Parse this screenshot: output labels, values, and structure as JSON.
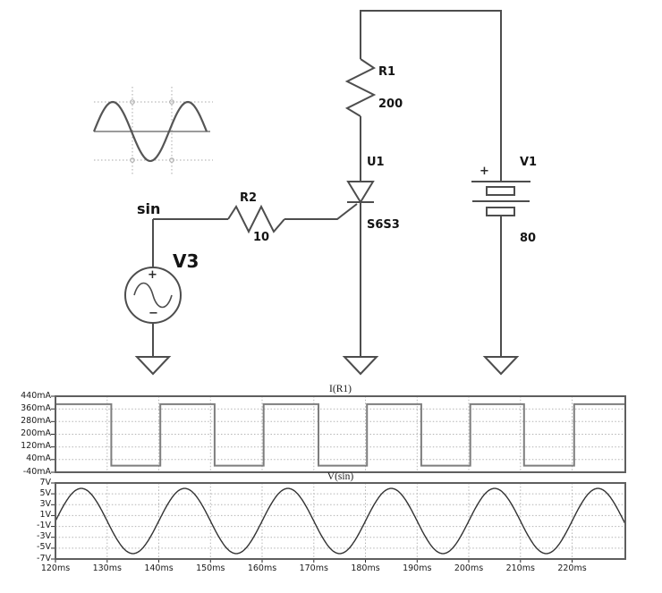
{
  "app": {
    "background": "#ffffff"
  },
  "schematic": {
    "wire_color": "#4d4d4d",
    "labels": {
      "node_sin": "sin",
      "v3": "V3",
      "v3_plus": "+",
      "v3_minus": "−",
      "r2": "R2",
      "r2_value": "10",
      "r1": "R1",
      "r1_value": "200",
      "u1": "U1",
      "u1_model": "S6S3",
      "v1": "V1",
      "v1_value": "80",
      "v1_plus": "+"
    },
    "icons": {
      "sine_thumbnail": "sine-wave-icon",
      "grounds": [
        "ground-icon",
        "ground-icon",
        "ground-icon"
      ]
    }
  },
  "chart_data": [
    {
      "type": "line",
      "title": "I(R1)",
      "xlabel": "",
      "ylabel": "",
      "x_unit": "ms",
      "xlim": [
        120,
        230.3
      ],
      "x_ticks_ms": [
        120,
        130,
        140,
        150,
        160,
        170,
        180,
        190,
        200,
        210,
        220
      ],
      "x_tick_labels": [],
      "ylim": [
        -40,
        440
      ],
      "y_ticks": [
        440,
        360,
        280,
        200,
        120,
        40,
        -40
      ],
      "y_tick_labels": [
        "440mA",
        "360mA",
        "280mA",
        "200mA",
        "120mA",
        "40mA",
        "-40mA"
      ],
      "grid": true,
      "legend": "none",
      "series": [
        {
          "name": "I(R1)",
          "color": "#7e7e7e",
          "shape": "square-wave",
          "high_mA": 390,
          "low_mA": 2,
          "points_t_ms_i_mA": [
            [
              120,
              390
            ],
            [
              130.8,
              390
            ],
            [
              130.8,
              2
            ],
            [
              140.3,
              2
            ],
            [
              140.3,
              390
            ],
            [
              150.8,
              390
            ],
            [
              150.8,
              2
            ],
            [
              160.3,
              2
            ],
            [
              160.3,
              390
            ],
            [
              170.9,
              390
            ],
            [
              170.9,
              2
            ],
            [
              180.3,
              2
            ],
            [
              180.3,
              390
            ],
            [
              190.8,
              390
            ],
            [
              190.8,
              2
            ],
            [
              200.3,
              2
            ],
            [
              200.3,
              390
            ],
            [
              210.7,
              390
            ],
            [
              210.7,
              2
            ],
            [
              220.4,
              2
            ],
            [
              220.4,
              390
            ],
            [
              230.3,
              390
            ]
          ]
        }
      ]
    },
    {
      "type": "line",
      "title": "V(sin)",
      "xlabel": "",
      "ylabel": "",
      "x_unit": "ms",
      "xlim": [
        120,
        230.3
      ],
      "x_ticks_ms": [
        120,
        130,
        140,
        150,
        160,
        170,
        180,
        190,
        200,
        210,
        220
      ],
      "x_tick_labels": [
        "120ms",
        "130ms",
        "140ms",
        "150ms",
        "160ms",
        "170ms",
        "180ms",
        "190ms",
        "200ms",
        "210ms",
        "220ms"
      ],
      "ylim": [
        -7,
        7
      ],
      "y_ticks": [
        7,
        5,
        3,
        1,
        -1,
        -3,
        -5,
        -7
      ],
      "y_tick_labels": [
        "7V",
        "5V",
        "3V",
        "1V",
        "-1V",
        "-3V",
        "-5V",
        "-7V"
      ],
      "grid": true,
      "legend": "none",
      "series": [
        {
          "name": "V(sin)",
          "color": "#333333",
          "shape": "sine",
          "amplitude_V": 6,
          "period_ms": 20,
          "zero_rising_at_ms": 120
        }
      ]
    }
  ]
}
